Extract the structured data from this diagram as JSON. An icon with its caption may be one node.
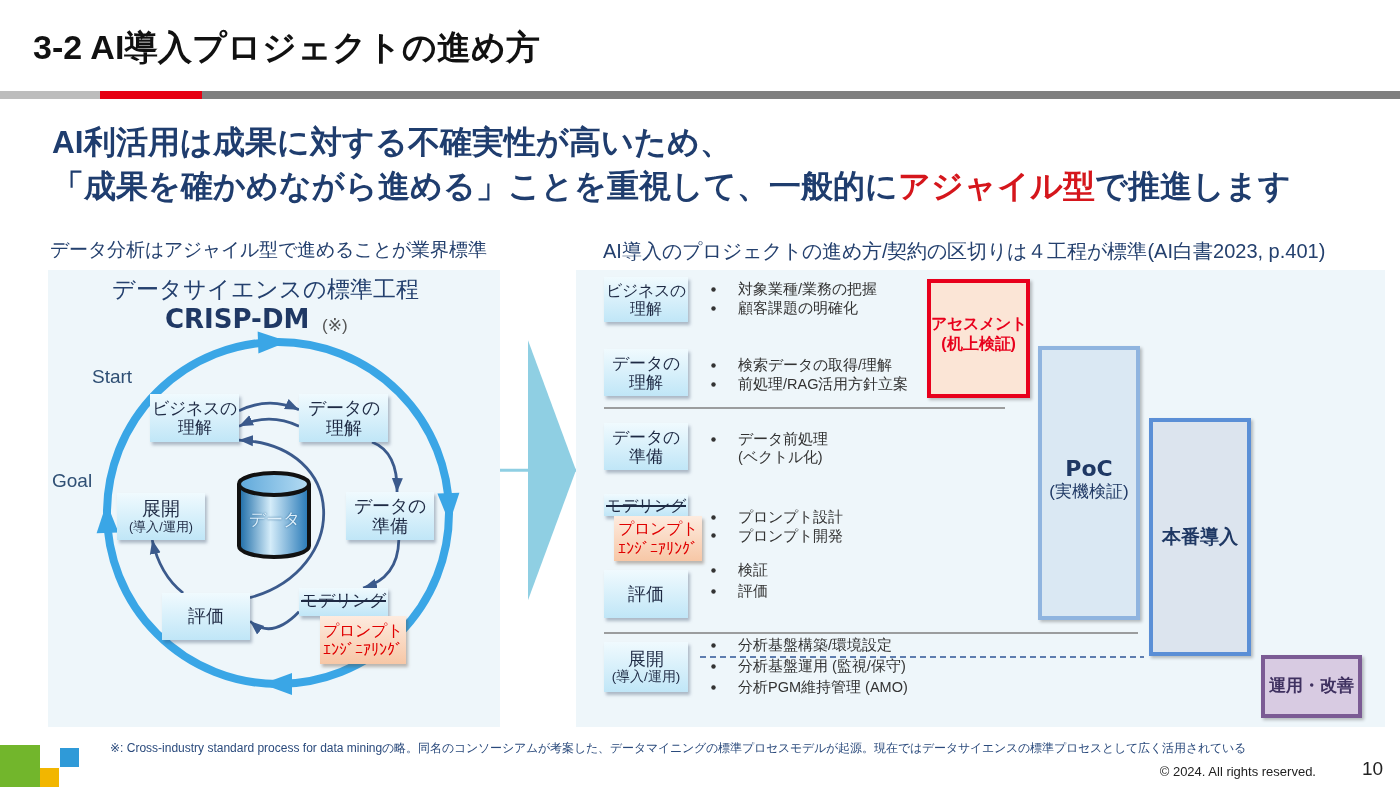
{
  "diagram": {
    "title": "3-2 AI導入プロジェクトの進め方",
    "nodes": [
      {
        "text": [
          "データ分析はアジャイル型で進めることが業界標準",
          "データサイエンスの標準工程",
          "CRISP-DM",
          "(※)"
        ]
      },
      {
        "text": [
          "ビジネスの理解"
        ],
        "in": 0
      },
      {
        "text": [
          "データの理解"
        ],
        "in": 0
      },
      {
        "text": [
          "データの準備"
        ],
        "in": 0
      },
      {
        "text": [
          "モデリング"
        ],
        "in": 0
      },
      {
        "text": [
          "プロンプトｴﾝｼﾞﾆｱﾘﾝｸﾞ"
        ],
        "in": 0
      },
      {
        "text": [
          "評価"
        ],
        "in": 0
      },
      {
        "text": [
          "展開",
          "(導入/運用)"
        ],
        "in": 0
      },
      {
        "text": [
          "データ"
        ],
        "in": 0
      },
      {
        "text": [
          "AI導入のプロジェクトの進め方/契約の区切りは４工程が標準(AI白書2023, p.401)"
        ]
      },
      {
        "text": [
          "ビジネスの理解"
        ],
        "in": 9,
        "beside": [
          "対象業種/業務の把握",
          "顧客課題の明確化"
        ]
      },
      {
        "text": [
          "データの理解"
        ],
        "in": 9,
        "beside": [
          "検索データの取得/理解",
          "前処理/RAG活用方針立案"
        ]
      },
      {
        "text": [
          "データの準備"
        ],
        "in": 9,
        "beside": [
          "データ前処理(ベクトル化)"
        ]
      },
      {
        "text": [
          "モデリング"
        ],
        "in": 9,
        "beside": [
          "プロンプト設計",
          "プロンプト開発"
        ]
      },
      {
        "text": [
          "プロンプトｴﾝｼﾞﾆｱﾘﾝｸﾞ"
        ],
        "in": 9
      },
      {
        "text": [
          "評価"
        ],
        "in": 9,
        "beside": [
          "検証",
          "評価"
        ]
      },
      {
        "text": [
          "展開",
          "(導入/運用)"
        ],
        "in": 9,
        "beside": [
          "分析基盤構築/環境設定",
          "分析基盤運用 (監視/保守)",
          "分析PGM維持管理 (AMO)"
        ]
      },
      {
        "text": [
          "アセスメント",
          "(机上検証)"
        ],
        "in": 9
      },
      {
        "text": [
          "PoC",
          "(実機検証)"
        ],
        "in": 9
      },
      {
        "text": [
          "本番導入"
        ],
        "in": 9
      },
      {
        "text": [
          "運用・改善"
        ],
        "in": 9
      }
    ],
    "edges": [
      {
        "from": 0,
        "to": 9,
        "arrow": "to",
        "color": "#8fcfe3"
      },
      {
        "from": 1,
        "to": 2,
        "arrow": "to"
      },
      {
        "from": 2,
        "to": 1,
        "arrow": "to"
      },
      {
        "from": 2,
        "to": 3,
        "arrow": "to"
      },
      {
        "from": 3,
        "to": 4,
        "arrow": "to"
      },
      {
        "from": 4,
        "to": 6,
        "arrow": "to"
      },
      {
        "from": 6,
        "to": 7,
        "arrow": "to"
      },
      {
        "from": 6,
        "to": 1,
        "arrow": "to"
      }
    ],
    "labels": [
      "AI利活用は成果に対する不確実性が高いため、",
      "「成果を確かめながら進める」ことを重視して、一般的に**アジャイル型**で推進します",
      "Start",
      "Goal",
      "※: Cross-industry standard process for data miningの略。同名のコンソーシアムが考案した、データマイニングの標準プロセスモデルが起源。現在ではデータサイエンスの標準プロセスとして広く活用されている",
      "© 2024. All rights reserved.",
      "10"
    ]
  }
}
